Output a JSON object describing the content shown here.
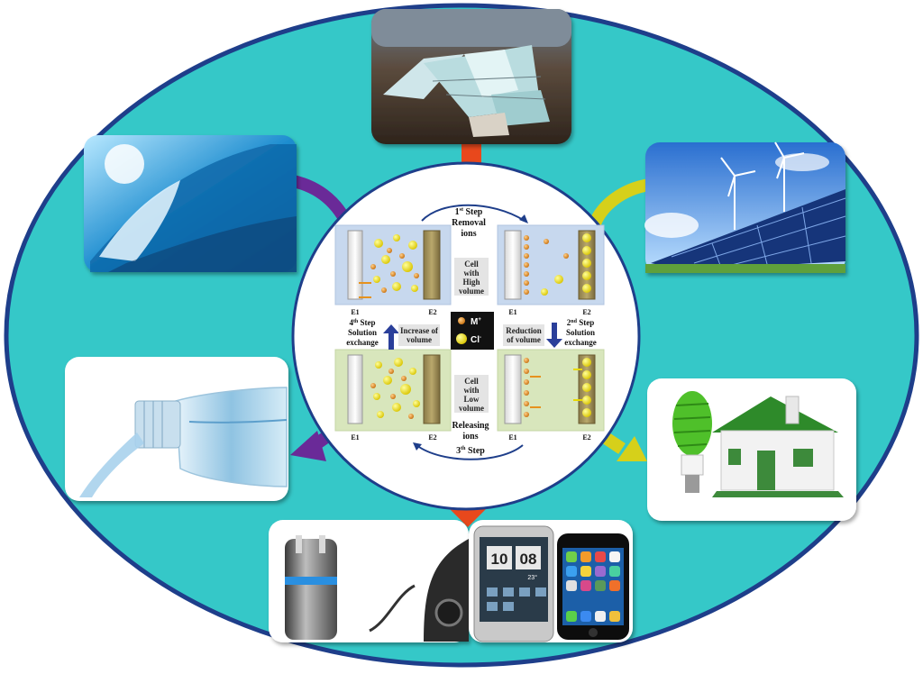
{
  "cycle": {
    "step1": {
      "number": "1",
      "suffix": "st",
      "word": "Step",
      "line2": "Removal",
      "line3": "ions"
    },
    "step2": {
      "number": "2",
      "suffix": "nd",
      "word": "Step",
      "line2": "Solution",
      "line3": "exchange"
    },
    "step3": {
      "number": "3",
      "suffix": "th",
      "word": "Step",
      "line2": "Releasing",
      "line3": "ions"
    },
    "step4": {
      "number": "4",
      "suffix": "th",
      "word": "Step",
      "line2": "Solution",
      "line3": "exchange"
    },
    "high_volume": [
      "Cell",
      "with",
      "High",
      "volume"
    ],
    "low_volume": [
      "Cell",
      "with",
      "Low",
      "volume"
    ],
    "reduction": [
      "Reduction",
      "of volume"
    ],
    "increase": [
      "Increase of",
      "volume"
    ],
    "electrode_left": "E1",
    "electrode_right": "E2",
    "legend": {
      "cation": "M",
      "cation_sup": "+",
      "anion": "Cl",
      "anion_sup": "-"
    }
  },
  "phone_screen": {
    "hour": "10",
    "minute": "08",
    "temp": "23°"
  },
  "colors": {
    "ellipse_fill": "#35c8c8",
    "ellipse_stroke": "#1e3e8a",
    "connector_top": "#e8481c",
    "connector_left": "#6a2a98",
    "connector_right": "#d6d01a",
    "panel_blue": "#c7d8ee",
    "panel_green": "#d8e6bc",
    "cation": "#e6921e",
    "anion": "#e8d800"
  },
  "icons": [
    "salt-flats-photo",
    "ocean-wave-photo",
    "solar-wind-photo",
    "water-bottle-photo",
    "green-house-photo",
    "electric-plug-photo",
    "smartphones-photo"
  ]
}
